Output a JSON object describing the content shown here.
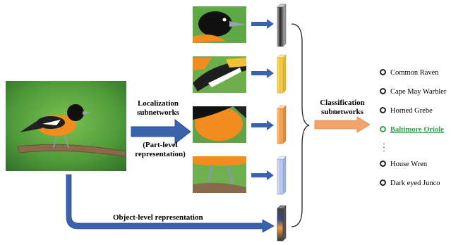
{
  "labels": {
    "localization_line1": "Localization",
    "localization_line2": "subnetworks",
    "part_level_line1": "(Part-level",
    "part_level_line2": "representation)",
    "classification_line1": "Classification",
    "classification_line2": "subnetworks",
    "object_level": "Object-level representation"
  },
  "classes": [
    {
      "label": "Common Raven",
      "highlight": false
    },
    {
      "label": "Cape May Warbler",
      "highlight": false
    },
    {
      "label": "Horned Grebe",
      "highlight": false
    },
    {
      "label": "Baltimore Oriole",
      "highlight": true
    },
    {
      "label": "House Wren",
      "highlight": false
    },
    {
      "label": "Dark eyed Junco",
      "highlight": false
    }
  ],
  "colors": {
    "arrow_blue": "#3a62ad",
    "arrow_orange": "#f4a46a",
    "highlight_green": "#2f9e44",
    "feature_black": "#3a3a3a",
    "feature_yellow": "#f2c030",
    "feature_orange": "#f29a3c",
    "feature_blue": "#aebfe6",
    "background_green": "#4f9a3a"
  },
  "icons": [
    "bird-photo",
    "part-crop-head",
    "part-crop-wing",
    "part-crop-belly",
    "part-crop-legs",
    "feature-vector",
    "curly-brace"
  ]
}
